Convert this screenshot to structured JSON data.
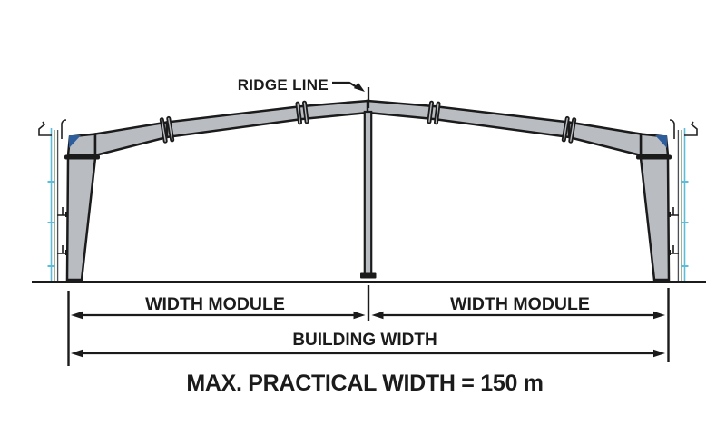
{
  "labels": {
    "ridge_line": "RIDGE LINE",
    "width_module_left": "WIDTH MODULE",
    "width_module_right": "WIDTH MODULE",
    "building_width": "BUILDING WIDTH",
    "max_practical_width": "MAX. PRACTICAL WIDTH = 150 m"
  },
  "values": {
    "max_practical_width_m": 150
  },
  "colors": {
    "background": "#ffffff",
    "frame_fill": "#b9bdc2",
    "outline": "#1b1b1b",
    "girt_blue": "#5fbcd9",
    "eave_blue": "#2e5d9e",
    "panel_green": "#a4b295",
    "dimension": "#1b1b1b",
    "text": "#1b1b1b"
  }
}
